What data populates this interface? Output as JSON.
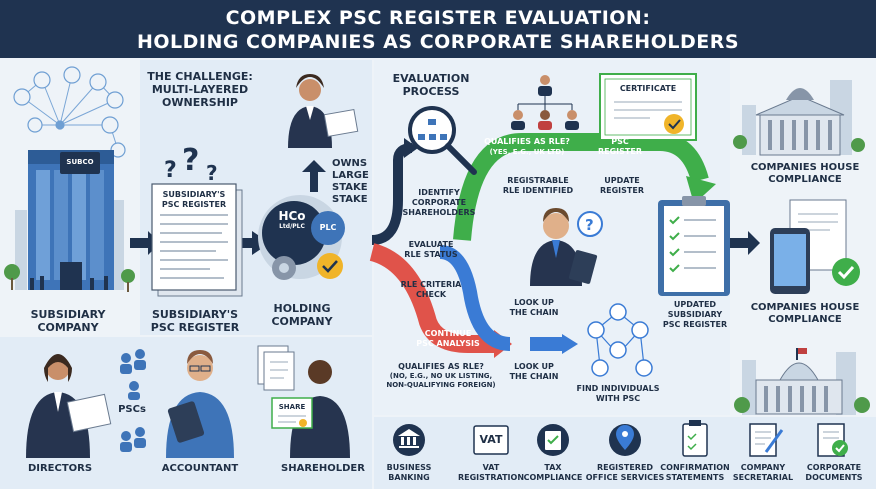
{
  "header": {
    "title_line1": "COMPLEX PSC REGISTER EVALUATION:",
    "title_line2": "HOLDING COMPANIES AS CORPORATE SHAREHOLDERS"
  },
  "left": {
    "challenge_title_1": "THE CHALLENGE:",
    "challenge_title_2": "MULTI-LAYERED",
    "challenge_title_3": "OWNERSHIP",
    "building_sign": "SUBCO",
    "subsidiary_company_1": "SUBSIDIARY",
    "subsidiary_company_2": "COMPANY",
    "register_doc_1": "SUBSIDIARY'S",
    "register_doc_2": "PSC REGISTER",
    "register_caption_1": "SUBSIDIARY'S",
    "register_caption_2": "PSC REGISTER",
    "owns_1": "OWNS",
    "owns_2": "LARGE",
    "owns_3": "STAKE",
    "owns_4": "STAKE",
    "hco_1": "HCo",
    "hco_2": "Ltd/PLC",
    "plc": "PLC",
    "holding_1": "HOLDING",
    "holding_2": "COMPANY",
    "directors": "DIRECTORS",
    "pscs": "PSCs",
    "accountant": "ACCOUNTANT",
    "share_doc": "SHARE",
    "shareholder": "SHAREHOLDER"
  },
  "process": {
    "title_1": "EVALUATION",
    "title_2": "PROCESS",
    "identify_1": "IDENTIFY",
    "identify_2": "CORPORATE",
    "identify_3": "SHAREHOLDERS",
    "evaluate_1": "EVALUATE",
    "evaluate_2": "RLE STATUS",
    "criteria_1": "RLE CRITERIA",
    "criteria_2": "CHECK",
    "green_arrow_1": "QUALIFIES AS RLE?",
    "green_arrow_2": "(YES, e.g., UK LTD)",
    "green_psc_1": "PSC",
    "green_psc_2": "REGISTER",
    "registrable_1": "REGISTRABLE",
    "registrable_2": "RLE IDENTIFIED",
    "update_1": "UPDATE",
    "update_2": "REGISTER",
    "red_arrow_1": "CONTINUE",
    "red_arrow_2": "PSC ANALYSIS",
    "no_rle_1": "QUALIFIES AS RLE?",
    "no_rle_2": "(NO, e.g., NO UK LISTING,",
    "no_rle_3": "NON-QUALIFYING FOREIGN)",
    "lookup_a_1": "LOOK UP",
    "lookup_a_2": "THE CHAIN",
    "lookup_b_1": "LOOK UP",
    "lookup_b_2": "THE CHAIN",
    "find_1": "FIND INDIVIDUALS",
    "find_2": "WITH PSC",
    "certificate": "CERTIFICATE",
    "updated_1": "UPDATED",
    "updated_2": "SUBSIDIARY",
    "updated_3": "PSC REGISTER"
  },
  "right": {
    "ch_top_1": "COMPANIES HOUSE",
    "ch_top_2": "COMPLIANCE",
    "ch_bottom_1": "COMPANIES HOUSE",
    "ch_bottom_2": "COMPLIANCE"
  },
  "services": [
    {
      "l1": "BUSINESS",
      "l2": "BANKING",
      "icon": "bank-icon"
    },
    {
      "l1": "VAT",
      "l2": "REGISTRATION",
      "icon": "vat-icon"
    },
    {
      "l1": "TAX",
      "l2": "COMPLIANCE",
      "icon": "tax-icon"
    },
    {
      "l1": "REGISTERED",
      "l2": "OFFICE SERVICES",
      "icon": "location-pin-icon"
    },
    {
      "l1": "CONFIRMATION",
      "l2": "STATEMENTS",
      "icon": "clipboard-icon"
    },
    {
      "l1": "COMPANY",
      "l2": "SECRETARIAL",
      "icon": "document-pen-icon"
    },
    {
      "l1": "CORPORATE",
      "l2": "DOCUMENTS",
      "icon": "document-check-icon"
    }
  ],
  "vat_icon_text": "VAT",
  "colors": {
    "header": "#1f3350",
    "navy": "#1f3350",
    "green": "#3fae4a",
    "red": "#e0534a",
    "blue": "#3a7bd5",
    "panel": "#e2ecf6"
  }
}
